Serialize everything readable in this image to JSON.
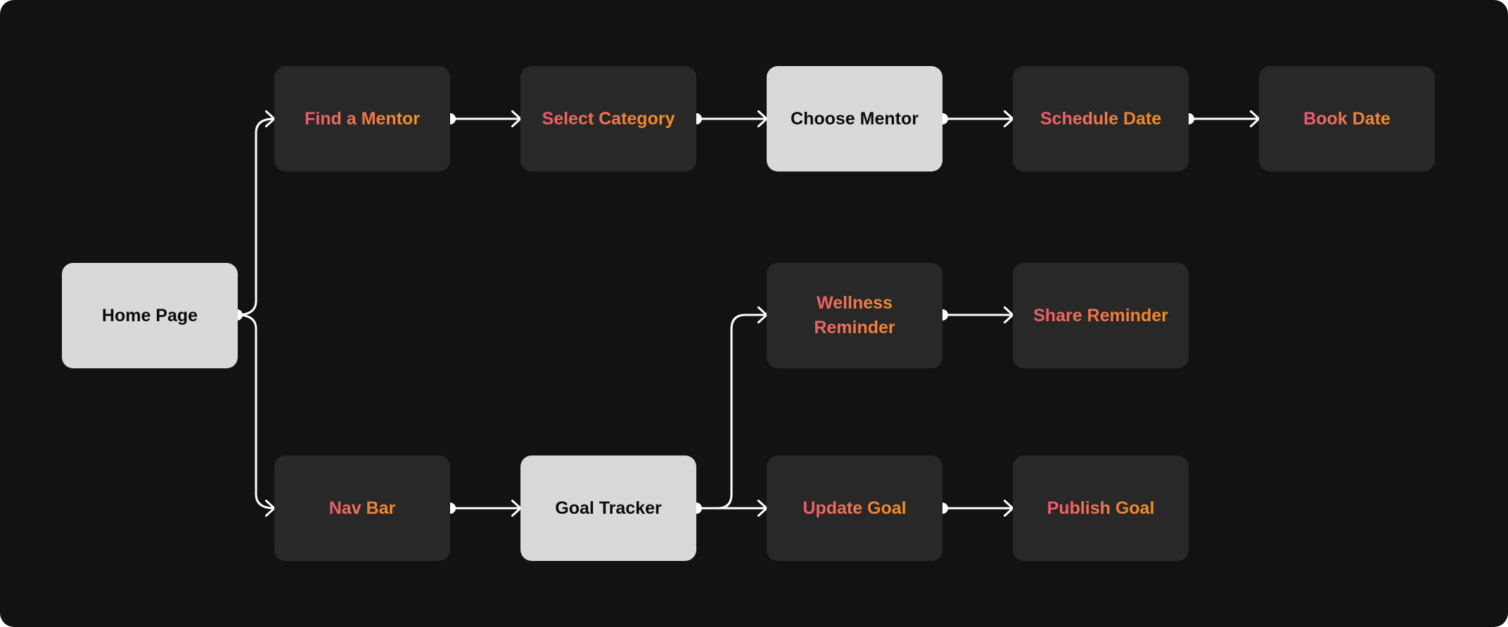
{
  "colors": {
    "background": "#121212",
    "node_dark": "#282828",
    "node_light": "#d9d9d9",
    "label_gradient_start": "#ef5a6f",
    "label_gradient_end": "#f5901e",
    "connector": "#ffffff"
  },
  "nodes": {
    "home_page": {
      "label": "Home Page",
      "style": "light"
    },
    "find_mentor": {
      "label": "Find a Mentor",
      "style": "dark"
    },
    "select_category": {
      "label": "Select Category",
      "style": "dark"
    },
    "choose_mentor": {
      "label": "Choose Mentor",
      "style": "light"
    },
    "schedule_date": {
      "label": "Schedule Date",
      "style": "dark"
    },
    "book_date": {
      "label": "Book Date",
      "style": "dark"
    },
    "wellness_reminder": {
      "label": "Wellness Reminder",
      "style": "dark"
    },
    "share_reminder": {
      "label": "Share Reminder",
      "style": "dark"
    },
    "nav_bar": {
      "label": "Nav Bar",
      "style": "dark"
    },
    "goal_tracker": {
      "label": "Goal Tracker",
      "style": "light"
    },
    "update_goal": {
      "label": "Update Goal",
      "style": "dark"
    },
    "publish_goal": {
      "label": "Publish Goal",
      "style": "dark"
    }
  },
  "edges": [
    {
      "from": "home_page",
      "to": "find_mentor"
    },
    {
      "from": "home_page",
      "to": "nav_bar"
    },
    {
      "from": "find_mentor",
      "to": "select_category"
    },
    {
      "from": "select_category",
      "to": "choose_mentor"
    },
    {
      "from": "choose_mentor",
      "to": "schedule_date"
    },
    {
      "from": "schedule_date",
      "to": "book_date"
    },
    {
      "from": "nav_bar",
      "to": "goal_tracker"
    },
    {
      "from": "goal_tracker",
      "to": "wellness_reminder"
    },
    {
      "from": "goal_tracker",
      "to": "update_goal"
    },
    {
      "from": "wellness_reminder",
      "to": "share_reminder"
    },
    {
      "from": "update_goal",
      "to": "publish_goal"
    }
  ]
}
